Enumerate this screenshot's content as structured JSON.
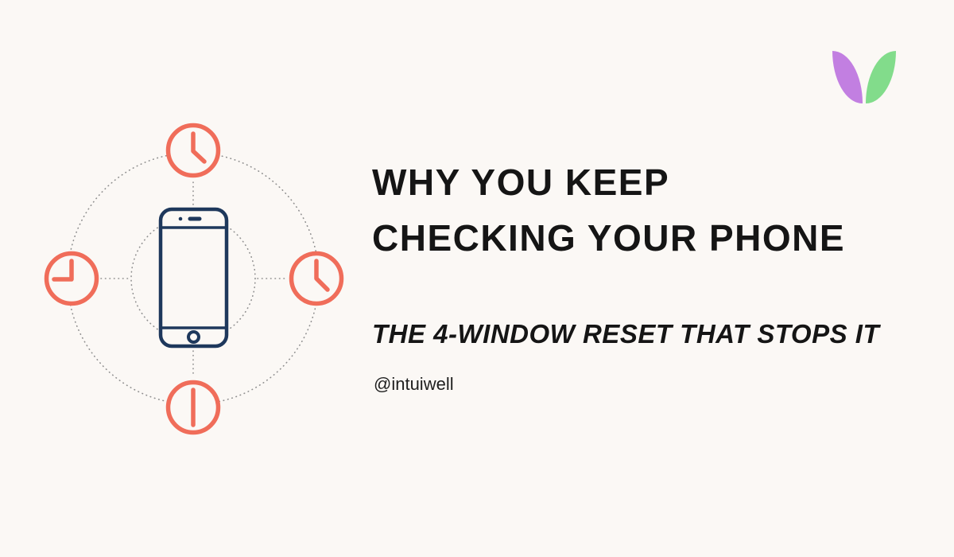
{
  "colors": {
    "background": "#FBF8F5",
    "coral": "#F06D5A",
    "navy": "#1E385C",
    "dot-gray": "#8F8F8F",
    "text": "#151515",
    "logo-purple": "#C27FE1",
    "logo-green": "#82DC8B"
  },
  "hero": {
    "title": "WHY YOU KEEP\nCHECKING YOUR PHONE",
    "subtitle": "THE 4-WINDOW RESET THAT STOPS IT",
    "handle": "@intuiwell"
  },
  "illustration": {
    "description": "smartphone at center of a dotted orbit with four coral clocks at top, right, bottom and left",
    "clocks": [
      {
        "position": "top",
        "hands": "12 and 4:30"
      },
      {
        "position": "right",
        "hands": "12 and 4:30"
      },
      {
        "position": "bottom",
        "hands": "12 and 6 aligned vertical"
      },
      {
        "position": "left",
        "hands": "12 and 9"
      }
    ]
  },
  "brand": {
    "logo_leaves": [
      "purple-leaf",
      "green-leaf"
    ]
  }
}
